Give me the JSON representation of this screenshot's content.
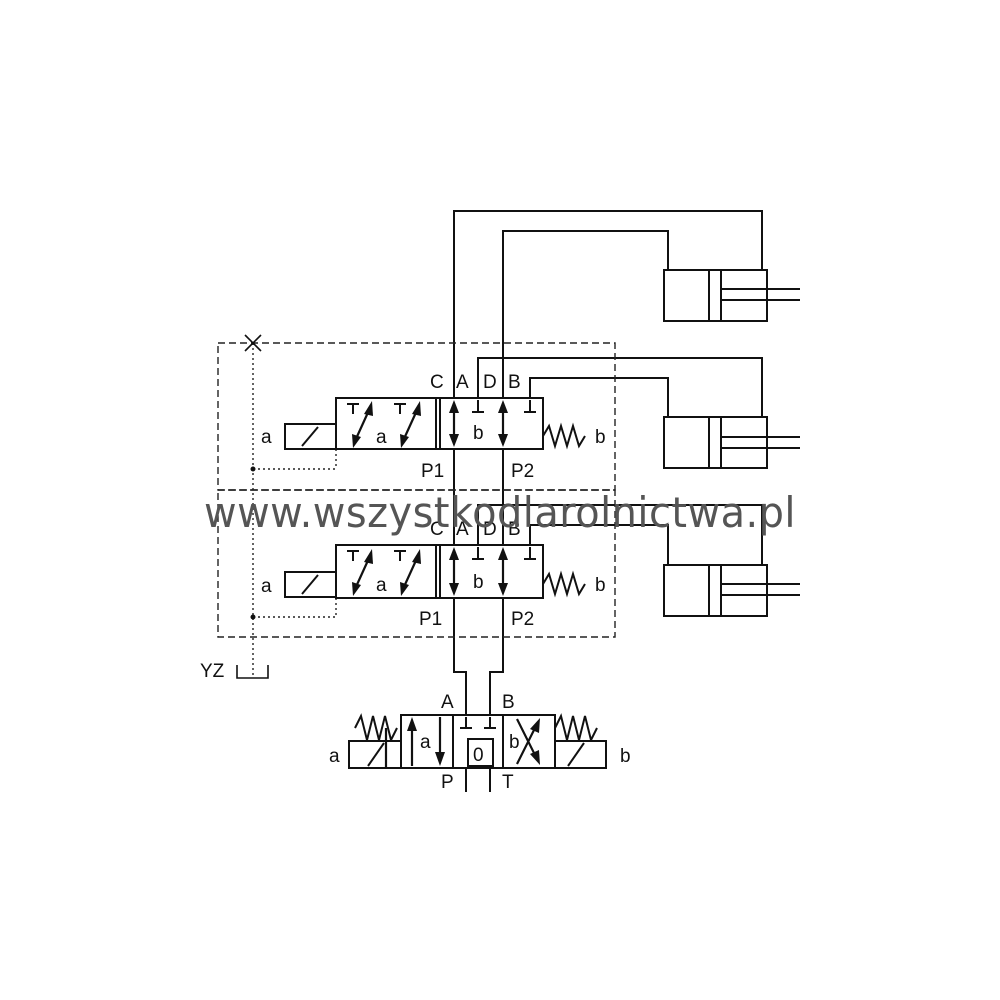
{
  "watermark": "www.wszystkodlarolnictwa.pl",
  "labels": {
    "valve1": {
      "C": "C",
      "A": "A",
      "D": "D",
      "B": "B",
      "a_solenoid": "a",
      "a_pos": "a",
      "b_pos": "b",
      "b_spring": "b",
      "P1": "P1",
      "P2": "P2"
    },
    "valve2": {
      "C": "C",
      "A": "A",
      "D": "D",
      "B": "B",
      "a_solenoid": "a",
      "a_pos": "a",
      "b_pos": "b",
      "b_spring": "b",
      "P1": "P1",
      "P2": "P2"
    },
    "main": {
      "A": "A",
      "B": "B",
      "P": "P",
      "T": "T",
      "a_left": "a",
      "a_pos": "a",
      "zero": "0",
      "b_pos": "b",
      "b_right": "b"
    },
    "drain": "YZ"
  }
}
